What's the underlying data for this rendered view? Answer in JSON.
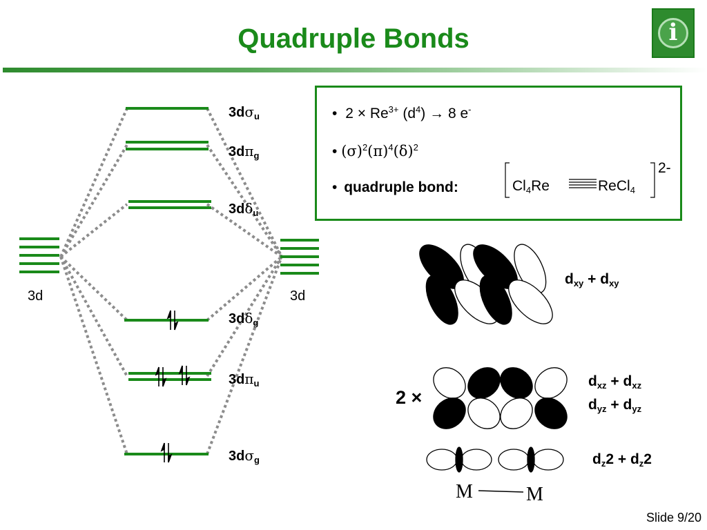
{
  "slide": {
    "title": "Quadruple Bonds",
    "number": "Slide 9/20",
    "info_icon_glyph": "i",
    "accent_color": "#1a8a1a"
  },
  "mo_diagram": {
    "left_label": "3d",
    "right_label": "3d",
    "levels": [
      {
        "main": "3d",
        "greek": "σ",
        "sub": "u",
        "degeneracy": 1,
        "electrons": 0
      },
      {
        "main": "3d",
        "greek": "π",
        "sub": "g",
        "degeneracy": 2,
        "electrons": 0
      },
      {
        "main": "3d",
        "greek": "δ",
        "sub": "u",
        "degeneracy": 2,
        "electrons": 0
      },
      {
        "main": "3d",
        "greek": "δ",
        "sub": "g",
        "degeneracy": 1,
        "electrons": 2
      },
      {
        "main": "3d",
        "greek": "π",
        "sub": "u",
        "degeneracy": 2,
        "electrons": 4
      },
      {
        "main": "3d",
        "greek": "σ",
        "sub": "g",
        "degeneracy": 1,
        "electrons": 2
      }
    ],
    "electron_arrow_glyph": "⇅"
  },
  "info_box": {
    "bullet_symbol": "•",
    "line1": {
      "count": "2 × Re",
      "charge": "3+",
      "open": "(d",
      "d_count": "4",
      "close": ")",
      "arrow": "→",
      "result": "8 e",
      "result_charge": "-"
    },
    "line2": {
      "p1": "(σ)",
      "e1": "2",
      "p2": "(π)",
      "e2": "4",
      "p3": "(δ)",
      "e3": "2"
    },
    "line3": {
      "label": "quadruple bond:",
      "left_part": "Cl",
      "left_sub": "4",
      "left_metal": "Re",
      "right_metal": "ReCl",
      "right_sub": "4",
      "charge": "2-"
    }
  },
  "orbitals": {
    "dxy_label": {
      "d1": "d",
      "s1": "xy",
      "plus": "+",
      "d2": "d",
      "s2": "xy"
    },
    "dxz_label": {
      "d1": "d",
      "s1": "xz",
      "plus": "+",
      "d2": "d",
      "s2": "xz"
    },
    "dyz_label": {
      "d1": "d",
      "s1": "yz",
      "plus": "+",
      "d2": "d",
      "s2": "yz"
    },
    "dz2_label": {
      "d1": "d",
      "s1": "z",
      "exp1": "2",
      "plus": "+",
      "d2": "d",
      "s2": "z",
      "exp2": "2"
    },
    "multiplier": "2 ×",
    "metal_left": "M",
    "metal_right": "M"
  }
}
